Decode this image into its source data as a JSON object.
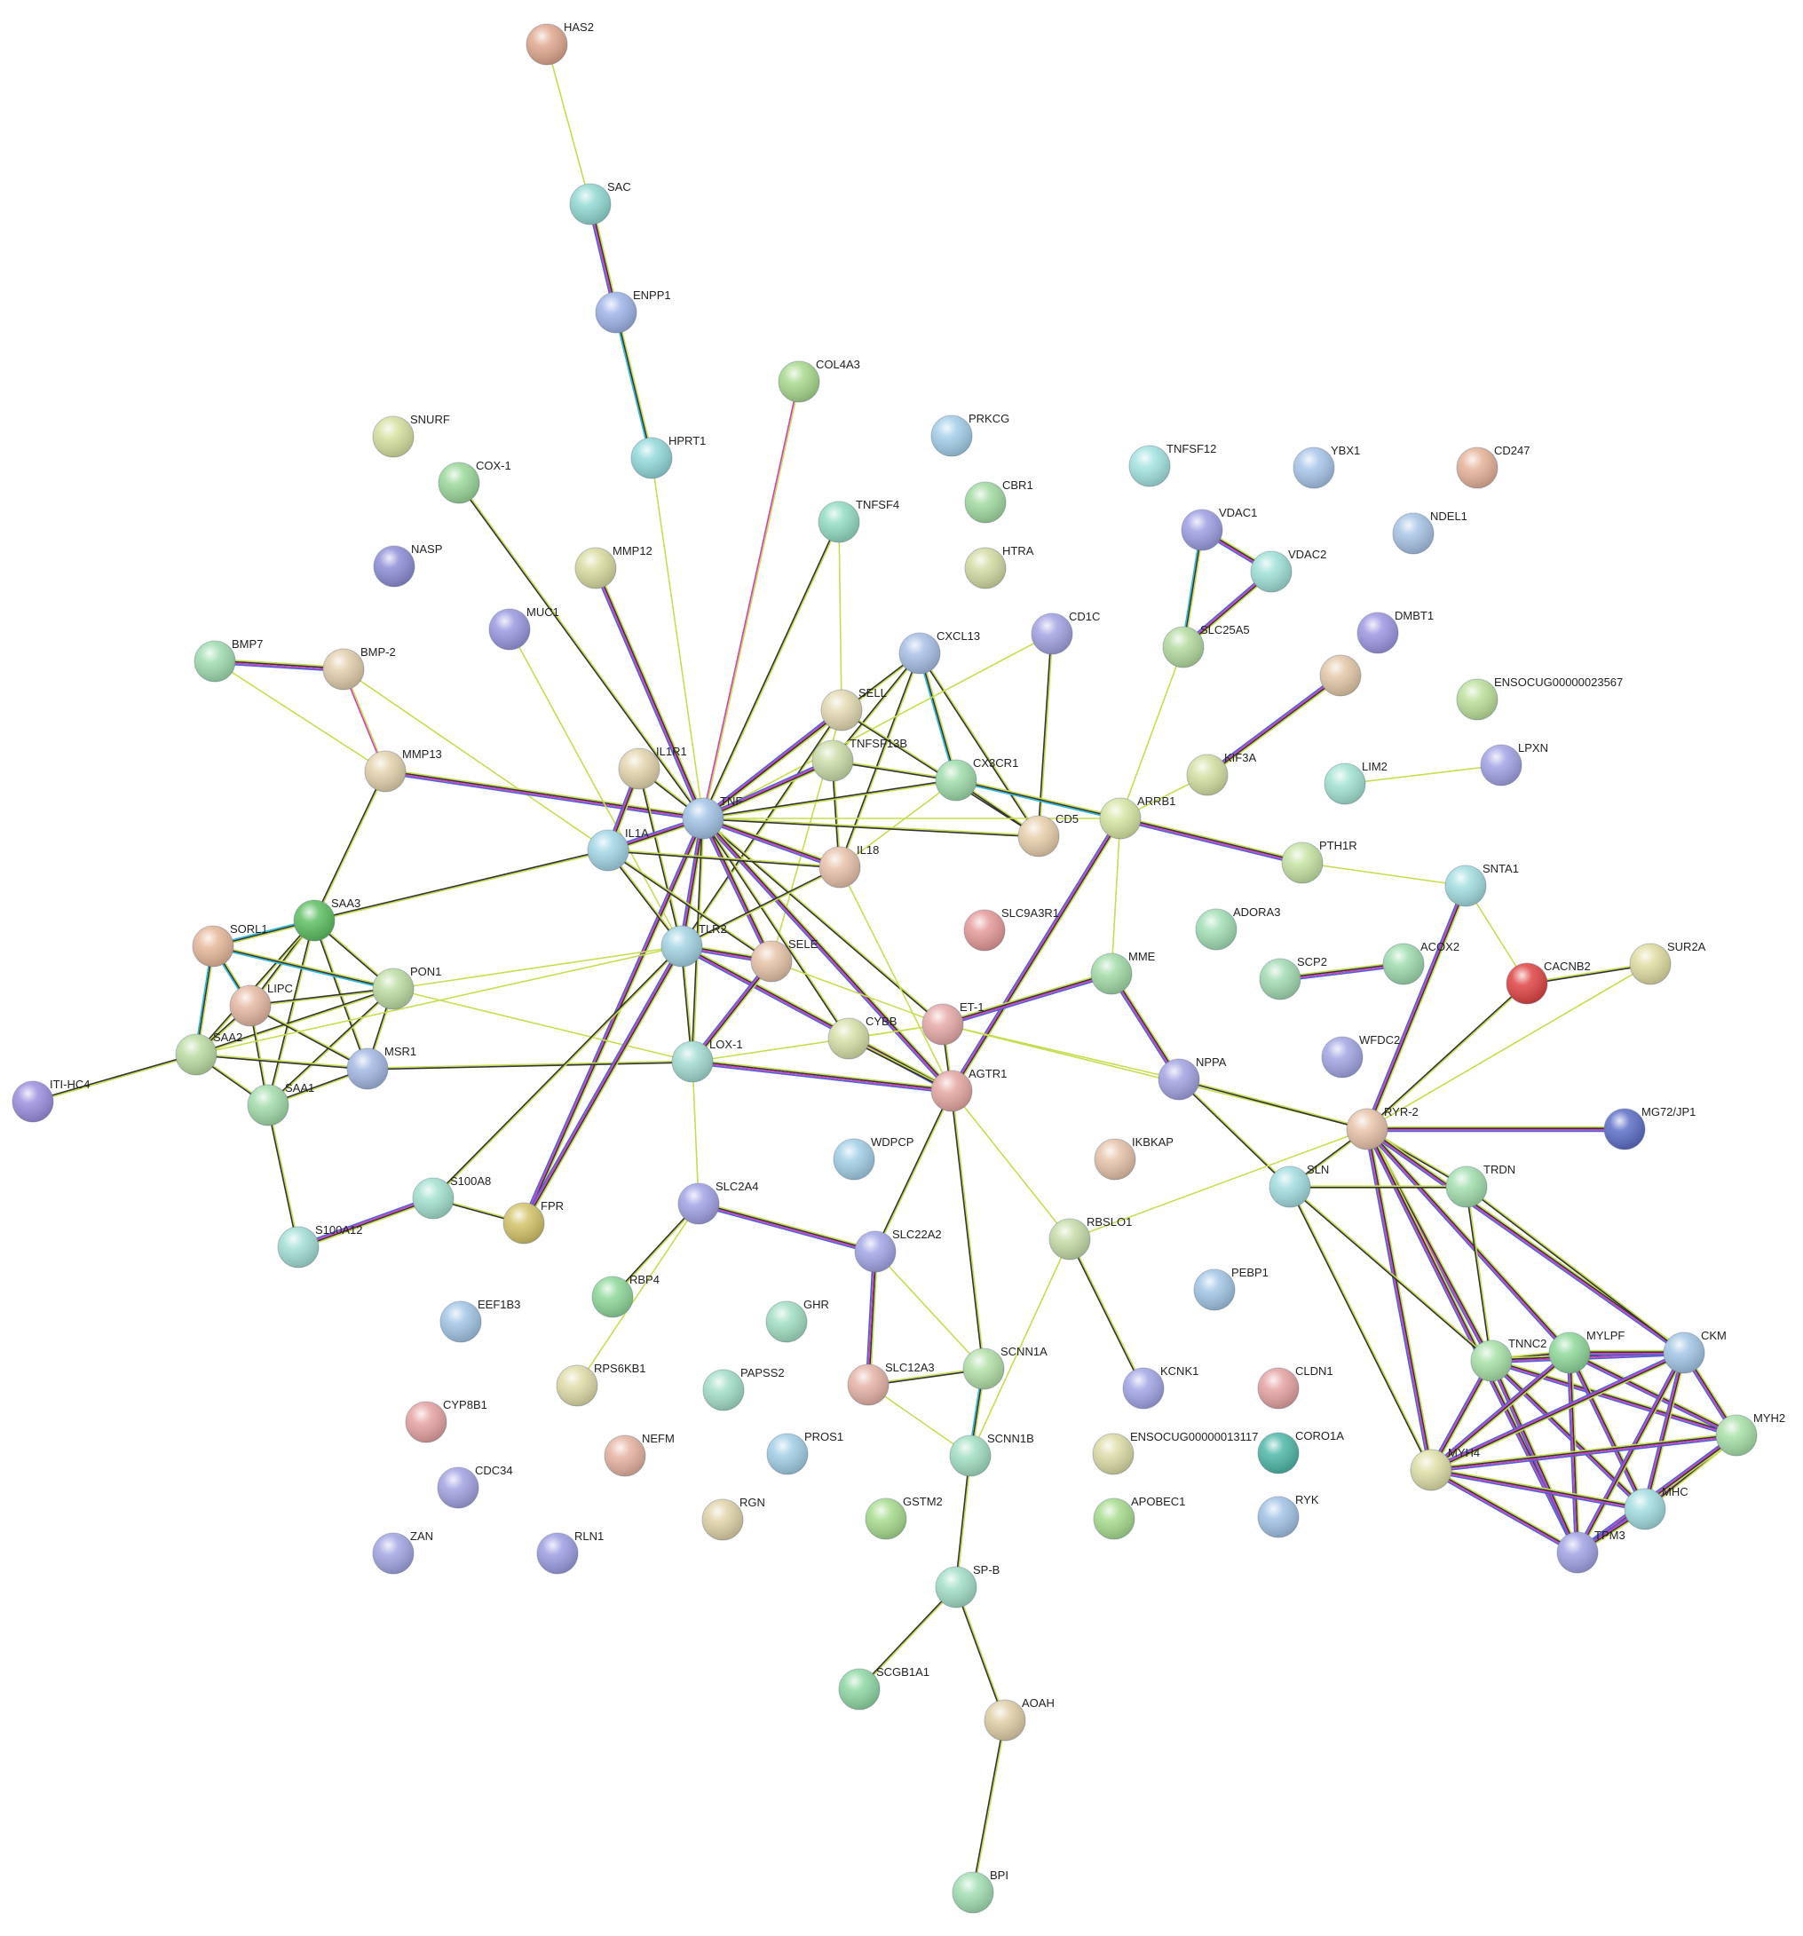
{
  "nodes": [
    {
      "id": "HAS2",
      "label": "HAS2",
      "color": "#e0a88f"
    },
    {
      "id": "SAC",
      "label": "SAC",
      "color": "#93d9d3"
    },
    {
      "id": "ENPP1",
      "label": "ENPP1",
      "color": "#9fb4e8"
    },
    {
      "id": "COL4A3",
      "label": "COL4A3",
      "color": "#a8d98e"
    },
    {
      "id": "HPRT1",
      "label": "HPRT1",
      "color": "#93d9db"
    },
    {
      "id": "SNURF",
      "label": "SNURF",
      "color": "#d6e0a0"
    },
    {
      "id": "COX-1",
      "label": "COX-1",
      "color": "#9bd89a"
    },
    {
      "id": "NASP",
      "label": "NASP",
      "color": "#8f8ed8"
    },
    {
      "id": "MUC1",
      "label": "MUC1",
      "color": "#9a98e0"
    },
    {
      "id": "MMP12",
      "label": "MMP12",
      "color": "#d9dca0"
    },
    {
      "id": "PRKCG",
      "label": "PRKCG",
      "color": "#a3cfe8"
    },
    {
      "id": "CBR1",
      "label": "CBR1",
      "color": "#a3dba2"
    },
    {
      "id": "HTRA",
      "label": "HTRA",
      "color": "#d3dba3"
    },
    {
      "id": "TNFSF4",
      "label": "TNFSF4",
      "color": "#93ddc4"
    },
    {
      "id": "TNFSF12",
      "label": "TNFSF12",
      "color": "#a3e3e0"
    },
    {
      "id": "YBX1",
      "label": "YBX1",
      "color": "#a9c6ea"
    },
    {
      "id": "CD247",
      "label": "CD247",
      "color": "#e6b39a"
    },
    {
      "id": "VDAC1",
      "label": "VDAC1",
      "color": "#9e9ee3"
    },
    {
      "id": "VDAC2",
      "label": "VDAC2",
      "color": "#9fe0d7"
    },
    {
      "id": "NDEL1",
      "label": "NDEL1",
      "color": "#a8c4e6"
    },
    {
      "id": "BMP7",
      "label": "BMP7",
      "color": "#a0ddb0"
    },
    {
      "id": "BMP-2",
      "label": "BMP-2",
      "color": "#e2ceac"
    },
    {
      "id": "CXCL13",
      "label": "CXCL13",
      "color": "#a8bfe6"
    },
    {
      "id": "CD1C",
      "label": "CD1C",
      "color": "#a3a3e3"
    },
    {
      "id": "SLC25A5",
      "label": "SLC25A5",
      "color": "#b4dba0"
    },
    {
      "id": "DMBT1",
      "label": "DMBT1",
      "color": "#9d97e3"
    },
    {
      "id": "ENSOCUG00000023567",
      "label": "ENSOCUG00000023567",
      "color": "#bde09b"
    },
    {
      "id": "MMP13",
      "label": "MMP13",
      "color": "#e3d2ad"
    },
    {
      "id": "IL1R1",
      "label": "IL1R1",
      "color": "#e3d5ad"
    },
    {
      "id": "SELL",
      "label": "SELL",
      "color": "#e3d9b2"
    },
    {
      "id": "TNFSF13B",
      "label": "TNFSF13B",
      "color": "#cbdca8"
    },
    {
      "id": "CX3CR1",
      "label": "CX3CR1",
      "color": "#9fdcaa"
    },
    {
      "id": "ANON1",
      "label": "",
      "color": "#e3c8a8"
    },
    {
      "id": "KIF3A",
      "label": "KIF3A",
      "color": "#d3e0a3"
    },
    {
      "id": "LIM2",
      "label": "LIM2",
      "color": "#a3e3d3"
    },
    {
      "id": "LPXN",
      "label": "LPXN",
      "color": "#a3a3e6"
    },
    {
      "id": "TNF",
      "label": "TNF",
      "color": "#a3c3e6"
    },
    {
      "id": "IL1A",
      "label": "IL1A",
      "color": "#a3d6e6"
    },
    {
      "id": "CD5",
      "label": "CD5",
      "color": "#e8cfac"
    },
    {
      "id": "ARRB1",
      "label": "ARRB1",
      "color": "#d6e6a3"
    },
    {
      "id": "IL18",
      "label": "IL18",
      "color": "#e8c2aa"
    },
    {
      "id": "PTH1R",
      "label": "PTH1R",
      "color": "#c6e3a3"
    },
    {
      "id": "SNTA1",
      "label": "SNTA1",
      "color": "#a3dde0"
    },
    {
      "id": "SAA3",
      "label": "SAA3",
      "color": "#5fbf63"
    },
    {
      "id": "SORL1",
      "label": "SORL1",
      "color": "#e6b89a"
    },
    {
      "id": "TLR2",
      "label": "TLR2",
      "color": "#a3d3e3"
    },
    {
      "id": "SELE",
      "label": "SELE",
      "color": "#e6c3a8"
    },
    {
      "id": "SLC9A3R1",
      "label": "SLC9A3R1",
      "color": "#e69a9a"
    },
    {
      "id": "ADORA3",
      "label": "ADORA3",
      "color": "#a3dfb6"
    },
    {
      "id": "MME",
      "label": "MME",
      "color": "#a3dba8"
    },
    {
      "id": "SCP2",
      "label": "SCP2",
      "color": "#a3dbb3"
    },
    {
      "id": "ACOX2",
      "label": "ACOX2",
      "color": "#9fdcae"
    },
    {
      "id": "CACNB2",
      "label": "CACNB2",
      "color": "#e04545"
    },
    {
      "id": "SUR2A",
      "label": "SUR2A",
      "color": "#e0dca3"
    },
    {
      "id": "PON1",
      "label": "PON1",
      "color": "#bddca3"
    },
    {
      "id": "LIPC",
      "label": "LIPC",
      "color": "#e6b8a3"
    },
    {
      "id": "SAA2",
      "label": "SAA2",
      "color": "#bcdca3"
    },
    {
      "id": "MSR1",
      "label": "MSR1",
      "color": "#a3b8e3"
    },
    {
      "id": "SAA1",
      "label": "SAA1",
      "color": "#a3dcaa"
    },
    {
      "id": "ITI-HC4",
      "label": "ITI-HC4",
      "color": "#9d8fe0"
    },
    {
      "id": "LOX-1",
      "label": "LOX-1",
      "color": "#a3dcd3"
    },
    {
      "id": "CYBB",
      "label": "CYBB",
      "color": "#d6e0a8"
    },
    {
      "id": "ET-1",
      "label": "ET-1",
      "color": "#e6aaa8"
    },
    {
      "id": "AGTR1",
      "label": "AGTR1",
      "color": "#e6a8a3"
    },
    {
      "id": "NPPA",
      "label": "NPPA",
      "color": "#a3a3e3"
    },
    {
      "id": "WFDC2",
      "label": "WFDC2",
      "color": "#a3a6e3"
    },
    {
      "id": "RYR-2",
      "label": "RYR-2",
      "color": "#e8c4aa"
    },
    {
      "id": "MG72/JP1",
      "label": "MG72/JP1",
      "color": "#5e6fc8"
    },
    {
      "id": "WDPCP",
      "label": "WDPCP",
      "color": "#a3cfe6"
    },
    {
      "id": "IKBKAP",
      "label": "IKBKAP",
      "color": "#e6c3aa"
    },
    {
      "id": "SLN",
      "label": "SLN",
      "color": "#a3dde0"
    },
    {
      "id": "TRDN",
      "label": "TRDN",
      "color": "#a3dfaf"
    },
    {
      "id": "S100A8",
      "label": "S100A8",
      "color": "#a3e0cf"
    },
    {
      "id": "FPR",
      "label": "FPR",
      "color": "#d3c46a"
    },
    {
      "id": "SLC2A4",
      "label": "SLC2A4",
      "color": "#a3a3e6"
    },
    {
      "id": "S100A12",
      "label": "S100A12",
      "color": "#a3dfd6"
    },
    {
      "id": "SLC22A2",
      "label": "SLC22A2",
      "color": "#a3a6e6"
    },
    {
      "id": "RBSLO1",
      "label": "RBSLO1",
      "color": "#c6dca8"
    },
    {
      "id": "PEBP1",
      "label": "PEBP1",
      "color": "#a3c6e6"
    },
    {
      "id": "RBP4",
      "label": "RBP4",
      "color": "#8fd89a"
    },
    {
      "id": "EEF1B3",
      "label": "EEF1B3",
      "color": "#a3c6e6"
    },
    {
      "id": "GHR",
      "label": "GHR",
      "color": "#a3dfc3"
    },
    {
      "id": "RPS6KB1",
      "label": "RPS6KB1",
      "color": "#dfdca8"
    },
    {
      "id": "PAPSS2",
      "label": "PAPSS2",
      "color": "#a3dfc8"
    },
    {
      "id": "SLC12A3",
      "label": "SLC12A3",
      "color": "#e6b3a8"
    },
    {
      "id": "SCNN1A",
      "label": "SCNN1A",
      "color": "#b3e0a8"
    },
    {
      "id": "KCNK1",
      "label": "KCNK1",
      "color": "#a3a6e6"
    },
    {
      "id": "CLDN1",
      "label": "CLDN1",
      "color": "#e6a3a3"
    },
    {
      "id": "TNNC2",
      "label": "TNNC2",
      "color": "#a8e0a8"
    },
    {
      "id": "MYLPF",
      "label": "MYLPF",
      "color": "#8fd89a"
    },
    {
      "id": "CKM",
      "label": "CKM",
      "color": "#a3c6e6"
    },
    {
      "id": "CYP8B1",
      "label": "CYP8B1",
      "color": "#e6a3a3"
    },
    {
      "id": "NEFM",
      "label": "NEFM",
      "color": "#e6b3a3"
    },
    {
      "id": "PROS1",
      "label": "PROS1",
      "color": "#a3cfe6"
    },
    {
      "id": "SCNN1B",
      "label": "SCNN1B",
      "color": "#a3dfc3"
    },
    {
      "id": "ENSOCUG00000013117",
      "label": "ENSOCUG00000013117",
      "color": "#dcdca8"
    },
    {
      "id": "CORO1A",
      "label": "CORO1A",
      "color": "#4fb8a8"
    },
    {
      "id": "MYH4",
      "label": "MYH4",
      "color": "#dfe0a8"
    },
    {
      "id": "MYH2",
      "label": "MYH2",
      "color": "#a8e0a8"
    },
    {
      "id": "CDC34",
      "label": "CDC34",
      "color": "#a3a3e3"
    },
    {
      "id": "RGN",
      "label": "RGN",
      "color": "#e0d3a8"
    },
    {
      "id": "GSTM2",
      "label": "GSTM2",
      "color": "#a8dc8f"
    },
    {
      "id": "APOBEC1",
      "label": "APOBEC1",
      "color": "#a8dc8f"
    },
    {
      "id": "RYK",
      "label": "RYK",
      "color": "#a3c3e6"
    },
    {
      "id": "MHC",
      "label": "MHC",
      "color": "#a3dde0"
    },
    {
      "id": "TPM3",
      "label": "TPM3",
      "color": "#a3a3e6"
    },
    {
      "id": "ZAN",
      "label": "ZAN",
      "color": "#a3a6e3"
    },
    {
      "id": "RLN1",
      "label": "RLN1",
      "color": "#9d9de3"
    },
    {
      "id": "SP-B",
      "label": "SP-B",
      "color": "#a3dfc8"
    },
    {
      "id": "SCGB1A1",
      "label": "SCGB1A1",
      "color": "#8fd8a3"
    },
    {
      "id": "AOAH",
      "label": "AOAH",
      "color": "#e0cfa8"
    },
    {
      "id": "BPI",
      "label": "BPI",
      "color": "#a3dfb3"
    }
  ],
  "edges": [
    [
      "HAS2",
      "SAC",
      "y"
    ],
    [
      "SAC",
      "ENPP1",
      "m"
    ],
    [
      "ENPP1",
      "HPRT1",
      "t"
    ],
    [
      "HPRT1",
      "TNF",
      "y"
    ],
    [
      "COL4A3",
      "TNF",
      "p"
    ],
    [
      "COX-1",
      "TNF",
      "k"
    ],
    [
      "MMP12",
      "TNF",
      "m"
    ],
    [
      "TNFSF4",
      "TNF",
      "k"
    ],
    [
      "TNFSF4",
      "SELL",
      "y"
    ],
    [
      "BMP7",
      "BMP-2",
      "m"
    ],
    [
      "BMP-2",
      "MMP13",
      "p"
    ],
    [
      "BMP7",
      "MMP13",
      "y"
    ],
    [
      "BMP-2",
      "IL1A",
      "y"
    ],
    [
      "MMP13",
      "TNF",
      "m"
    ],
    [
      "MMP13",
      "SAA3",
      "k"
    ],
    [
      "MUC1",
      "TLR2",
      "y"
    ],
    [
      "IL1R1",
      "TNF",
      "k"
    ],
    [
      "IL1R1",
      "IL1A",
      "m"
    ],
    [
      "IL1R1",
      "TLR2",
      "k"
    ],
    [
      "CXCL13",
      "TNF",
      "k"
    ],
    [
      "CXCL13",
      "CX3CR1",
      "t"
    ],
    [
      "CXCL13",
      "IL18",
      "k"
    ],
    [
      "CXCL13",
      "CD5",
      "k"
    ],
    [
      "CXCL13",
      "TNFSF13B",
      "k"
    ],
    [
      "CD1C",
      "CD5",
      "k"
    ],
    [
      "CD1C",
      "TNF",
      "y"
    ],
    [
      "SELL",
      "TNF",
      "m"
    ],
    [
      "SELL",
      "CD5",
      "k"
    ],
    [
      "SELL",
      "TLR2",
      "k"
    ],
    [
      "SELL",
      "SELE",
      "y"
    ],
    [
      "TNFSF13B",
      "TNF",
      "m"
    ],
    [
      "TNFSF13B",
      "IL18",
      "k"
    ],
    [
      "TNFSF13B",
      "CX3CR1",
      "k"
    ],
    [
      "CX3CR1",
      "TNF",
      "k"
    ],
    [
      "CX3CR1",
      "ARRB1",
      "t"
    ],
    [
      "CX3CR1",
      "CD5",
      "k"
    ],
    [
      "CX3CR1",
      "IL18",
      "y"
    ],
    [
      "VDAC1",
      "VDAC2",
      "m"
    ],
    [
      "VDAC1",
      "SLC25A5",
      "t"
    ],
    [
      "VDAC2",
      "SLC25A5",
      "m"
    ],
    [
      "SLC25A5",
      "ARRB1",
      "y"
    ],
    [
      "ANON1",
      "KIF3A",
      "m"
    ],
    [
      "KIF3A",
      "ARRB1",
      "y"
    ],
    [
      "LIM2",
      "LPXN",
      "y"
    ],
    [
      "TNF",
      "IL1A",
      "m"
    ],
    [
      "TNF",
      "IL18",
      "m"
    ],
    [
      "TNF",
      "TLR2",
      "m"
    ],
    [
      "TNF",
      "SELE",
      "m"
    ],
    [
      "TNF",
      "CD5",
      "k"
    ],
    [
      "TNF",
      "LOX-1",
      "k"
    ],
    [
      "TNF",
      "ET-1",
      "k"
    ],
    [
      "TNF",
      "AGTR1",
      "m"
    ],
    [
      "TNF",
      "FPR",
      "m"
    ],
    [
      "TNF",
      "CYBB",
      "k"
    ],
    [
      "TNF",
      "ARRB1",
      "y"
    ],
    [
      "IL1A",
      "TLR2",
      "k"
    ],
    [
      "IL1A",
      "IL18",
      "k"
    ],
    [
      "IL1A",
      "SAA3",
      "k"
    ],
    [
      "IL1A",
      "SELE",
      "k"
    ],
    [
      "IL18",
      "TLR2",
      "k"
    ],
    [
      "IL18",
      "AGTR1",
      "y"
    ],
    [
      "ARRB1",
      "AGTR1",
      "m"
    ],
    [
      "ARRB1",
      "PTH1R",
      "m"
    ],
    [
      "ARRB1",
      "MME",
      "y"
    ],
    [
      "PTH1R",
      "SNTA1",
      "y"
    ],
    [
      "SNTA1",
      "CACNB2",
      "y"
    ],
    [
      "SNTA1",
      "RYR-2",
      "m"
    ],
    [
      "SAA3",
      "SORL1",
      "t"
    ],
    [
      "SAA3",
      "PON1",
      "k"
    ],
    [
      "SAA3",
      "LIPC",
      "k"
    ],
    [
      "SAA3",
      "SAA2",
      "k"
    ],
    [
      "SAA3",
      "MSR1",
      "k"
    ],
    [
      "SAA3",
      "SAA1",
      "k"
    ],
    [
      "SORL1",
      "LIPC",
      "t"
    ],
    [
      "SORL1",
      "SAA2",
      "t"
    ],
    [
      "SORL1",
      "PON1",
      "t"
    ],
    [
      "PON1",
      "LIPC",
      "k"
    ],
    [
      "PON1",
      "SAA2",
      "k"
    ],
    [
      "PON1",
      "MSR1",
      "k"
    ],
    [
      "PON1",
      "SAA1",
      "k"
    ],
    [
      "PON1",
      "TLR2",
      "y"
    ],
    [
      "PON1",
      "LOX-1",
      "y"
    ],
    [
      "LIPC",
      "SAA2",
      "k"
    ],
    [
      "LIPC",
      "MSR1",
      "k"
    ],
    [
      "LIPC",
      "SAA1",
      "k"
    ],
    [
      "SAA2",
      "SAA1",
      "k"
    ],
    [
      "SAA2",
      "MSR1",
      "k"
    ],
    [
      "SAA2",
      "ITI-HC4",
      "k"
    ],
    [
      "SAA2",
      "TLR2",
      "y"
    ],
    [
      "MSR1",
      "SAA1",
      "k"
    ],
    [
      "MSR1",
      "LOX-1",
      "k"
    ],
    [
      "SAA1",
      "S100A12",
      "k"
    ],
    [
      "TLR2",
      "SELE",
      "m"
    ],
    [
      "TLR2",
      "LOX-1",
      "k"
    ],
    [
      "TLR2",
      "S100A8",
      "k"
    ],
    [
      "TLR2",
      "AGTR1",
      "m"
    ],
    [
      "TLR2",
      "FPR",
      "m"
    ],
    [
      "SELE",
      "ET-1",
      "y"
    ],
    [
      "SELE",
      "LOX-1",
      "m"
    ],
    [
      "LOX-1",
      "SLC2A4",
      "y"
    ],
    [
      "LOX-1",
      "AGTR1",
      "m"
    ],
    [
      "LOX-1",
      "ET-1",
      "y"
    ],
    [
      "CYBB",
      "AGTR1",
      "k"
    ],
    [
      "CYBB",
      "ET-1",
      "y"
    ],
    [
      "ET-1",
      "MME",
      "m"
    ],
    [
      "ET-1",
      "AGTR1",
      "k"
    ],
    [
      "ET-1",
      "RYR-2",
      "y"
    ],
    [
      "ET-1",
      "NPPA",
      "y"
    ],
    [
      "MME",
      "NPPA",
      "m"
    ],
    [
      "AGTR1",
      "SLC22A2",
      "k"
    ],
    [
      "AGTR1",
      "SCNN1A",
      "k"
    ],
    [
      "AGTR1",
      "RBSLO1",
      "y"
    ],
    [
      "NPPA",
      "RYR-2",
      "k"
    ],
    [
      "NPPA",
      "SLN",
      "k"
    ],
    [
      "SCP2",
      "ACOX2",
      "m"
    ],
    [
      "CACNB2",
      "RYR-2",
      "k"
    ],
    [
      "CACNB2",
      "SUR2A",
      "k"
    ],
    [
      "SUR2A",
      "RYR-2",
      "y"
    ],
    [
      "RYR-2",
      "MG72/JP1",
      "m"
    ],
    [
      "RYR-2",
      "TRDN",
      "k"
    ],
    [
      "RYR-2",
      "SLN",
      "k"
    ],
    [
      "RYR-2",
      "TNNC2",
      "m"
    ],
    [
      "RYR-2",
      "MYLPF",
      "m"
    ],
    [
      "RYR-2",
      "CKM",
      "m"
    ],
    [
      "RYR-2",
      "MYH4",
      "m"
    ],
    [
      "RYR-2",
      "TPM3",
      "m"
    ],
    [
      "RYR-2",
      "RBSLO1",
      "y"
    ],
    [
      "SLN",
      "TRDN",
      "k"
    ],
    [
      "SLN",
      "MYH4",
      "k"
    ],
    [
      "SLN",
      "TNNC2",
      "k"
    ],
    [
      "TRDN",
      "CKM",
      "k"
    ],
    [
      "TRDN",
      "TNNC2",
      "k"
    ],
    [
      "S100A8",
      "FPR",
      "k"
    ],
    [
      "S100A8",
      "S100A12",
      "m"
    ],
    [
      "SLC2A4",
      "SLC22A2",
      "m"
    ],
    [
      "SLC2A4",
      "RBP4",
      "k"
    ],
    [
      "SLC2A4",
      "RPS6KB1",
      "y"
    ],
    [
      "SLC22A2",
      "SLC12A3",
      "m"
    ],
    [
      "SLC22A2",
      "SCNN1A",
      "y"
    ],
    [
      "RBSLO1",
      "KCNK1",
      "k"
    ],
    [
      "RBSLO1",
      "SCNN1B",
      "y"
    ],
    [
      "SLC12A3",
      "SCNN1A",
      "k"
    ],
    [
      "SLC12A3",
      "SCNN1B",
      "y"
    ],
    [
      "SCNN1A",
      "SCNN1B",
      "t"
    ],
    [
      "SCNN1B",
      "SP-B",
      "k"
    ],
    [
      "TNNC2",
      "MYLPF",
      "m"
    ],
    [
      "TNNC2",
      "CKM",
      "m"
    ],
    [
      "TNNC2",
      "MYH4",
      "m"
    ],
    [
      "TNNC2",
      "MYH2",
      "m"
    ],
    [
      "TNNC2",
      "MHC",
      "m"
    ],
    [
      "TNNC2",
      "TPM3",
      "m"
    ],
    [
      "MYLPF",
      "CKM",
      "m"
    ],
    [
      "MYLPF",
      "MYH4",
      "m"
    ],
    [
      "MYLPF",
      "MYH2",
      "m"
    ],
    [
      "MYLPF",
      "MHC",
      "m"
    ],
    [
      "MYLPF",
      "TPM3",
      "m"
    ],
    [
      "CKM",
      "MYH2",
      "m"
    ],
    [
      "CKM",
      "MYH4",
      "m"
    ],
    [
      "CKM",
      "MHC",
      "m"
    ],
    [
      "CKM",
      "TPM3",
      "m"
    ],
    [
      "MYH4",
      "MYH2",
      "m"
    ],
    [
      "MYH4",
      "MHC",
      "m"
    ],
    [
      "MYH4",
      "TPM3",
      "m"
    ],
    [
      "MYH2",
      "MHC",
      "m"
    ],
    [
      "MYH2",
      "TPM3",
      "m"
    ],
    [
      "MHC",
      "TPM3",
      "m"
    ],
    [
      "SP-B",
      "SCGB1A1",
      "k"
    ],
    [
      "SP-B",
      "AOAH",
      "k"
    ],
    [
      "AOAH",
      "BPI",
      "k"
    ]
  ],
  "edge_styles": {
    "y": [
      "#c8dc50"
    ],
    "k": [
      "#c8dc50",
      "#333333"
    ],
    "m": [
      "#c8dc50",
      "#333333",
      "#d040c0",
      "#5060d0"
    ],
    "p": [
      "#c8dc50",
      "#d040c0"
    ],
    "t": [
      "#c8dc50",
      "#333333",
      "#30b8d8"
    ]
  }
}
